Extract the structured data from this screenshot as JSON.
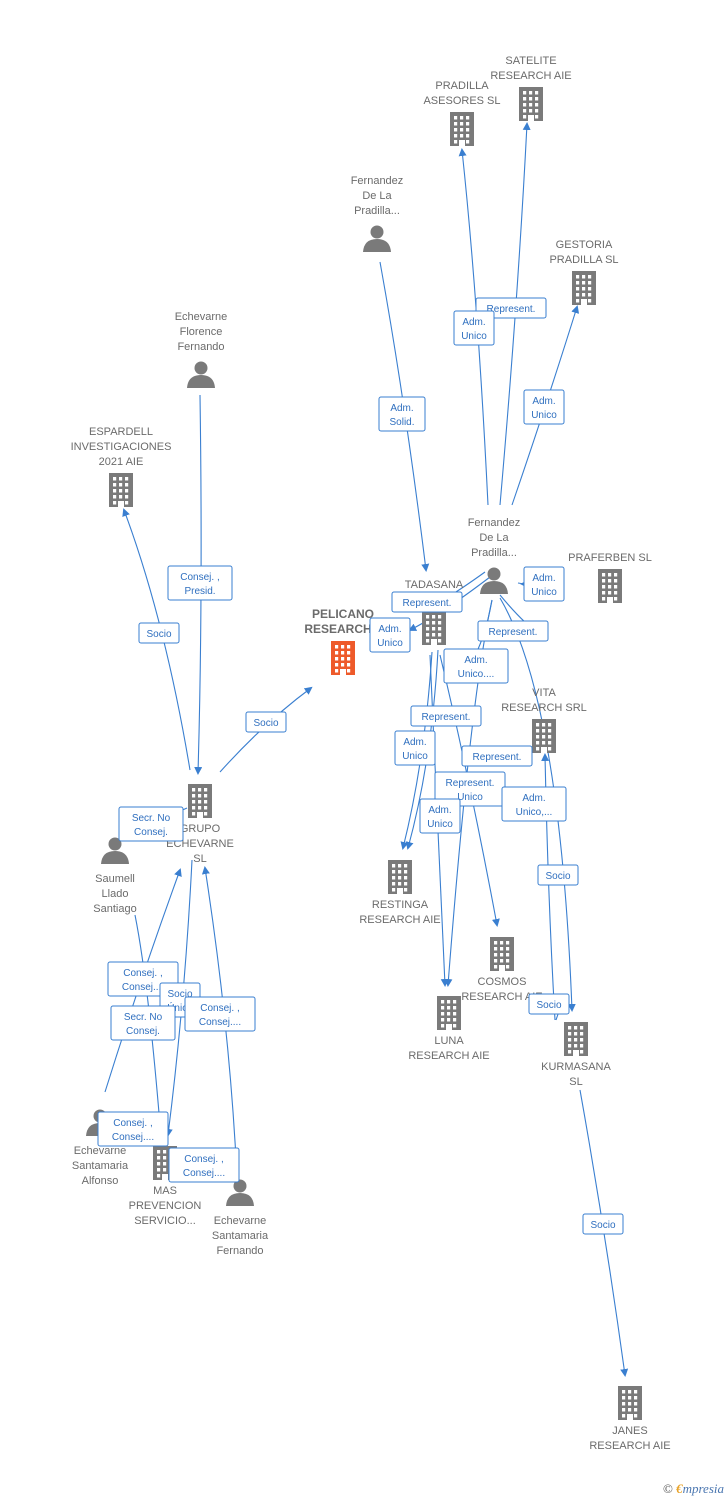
{
  "colors": {
    "edge": "#3a7fd0",
    "company": "#7a7a7a",
    "main_company": "#ee5a2a",
    "person": "#7a7a7a",
    "label": "#6b6b6b"
  },
  "nodes": [
    {
      "id": "satelite",
      "kind": "company",
      "label": [
        "SATELITE",
        "RESEARCH AIE"
      ]
    },
    {
      "id": "pradilla_asesores",
      "kind": "company",
      "label": [
        "PRADILLA",
        "ASESORES SL"
      ]
    },
    {
      "id": "fdp_top",
      "kind": "person",
      "label": [
        "Fernandez",
        "De La",
        "Pradilla..."
      ]
    },
    {
      "id": "gestoria",
      "kind": "company",
      "label": [
        "GESTORIA",
        "PRADILLA SL"
      ]
    },
    {
      "id": "ech_florence",
      "kind": "person",
      "label": [
        "Echevarne",
        "Florence",
        "Fernando"
      ]
    },
    {
      "id": "espardell",
      "kind": "company",
      "label": [
        "ESPARDELL",
        "INVESTIGACIONES",
        "2021 AIE"
      ]
    },
    {
      "id": "fdp_mid",
      "kind": "person",
      "label": [
        "Fernandez",
        "De La",
        "Pradilla..."
      ]
    },
    {
      "id": "praferben",
      "kind": "company",
      "label": [
        "PRAFERBEN SL"
      ]
    },
    {
      "id": "tadasana",
      "kind": "company",
      "label": [
        "TADASANA",
        "SL"
      ]
    },
    {
      "id": "pelicano",
      "kind": "main",
      "label": [
        "PELICANO",
        "RESEARCH..."
      ]
    },
    {
      "id": "vita",
      "kind": "company",
      "label": [
        "VITA",
        "RESEARCH SRL"
      ]
    },
    {
      "id": "grupo",
      "kind": "company",
      "label": [
        "GRUPO",
        "ECHEVARNE",
        "SL"
      ]
    },
    {
      "id": "saumell",
      "kind": "person",
      "label": [
        "Saumell",
        "Llado",
        "Santiago"
      ]
    },
    {
      "id": "restinga",
      "kind": "company",
      "label": [
        "RESTINGA",
        "RESEARCH AIE"
      ]
    },
    {
      "id": "cosmos",
      "kind": "company",
      "label": [
        "COSMOS",
        "RESEARCH AIE"
      ]
    },
    {
      "id": "luna",
      "kind": "company",
      "label": [
        "LUNA",
        "RESEARCH AIE"
      ]
    },
    {
      "id": "kurmasana",
      "kind": "company",
      "label": [
        "KURMASANA",
        "SL"
      ]
    },
    {
      "id": "ech_alfonso",
      "kind": "person",
      "label": [
        "Echevarne",
        "Santamaria",
        "Alfonso"
      ]
    },
    {
      "id": "mas",
      "kind": "company",
      "label": [
        "MAS",
        "PREVENCION",
        "SERVICIO..."
      ]
    },
    {
      "id": "ech_fernando",
      "kind": "person",
      "label": [
        "Echevarne",
        "Santamaria",
        "Fernando"
      ]
    },
    {
      "id": "janes",
      "kind": "company",
      "label": [
        "JANES",
        "RESEARCH AIE"
      ]
    }
  ],
  "edges": [
    {
      "label": [
        "Represent."
      ]
    },
    {
      "label": [
        "Adm.",
        "Unico"
      ]
    },
    {
      "label": [
        "Adm.",
        "Unico"
      ]
    },
    {
      "label": [
        "Adm.",
        "Solid."
      ]
    },
    {
      "label": [
        "Consej. ,",
        "Presid."
      ]
    },
    {
      "label": [
        "Socio"
      ]
    },
    {
      "label": [
        "Socio"
      ]
    },
    {
      "label": [
        "Adm.",
        "Unico"
      ]
    },
    {
      "label": [
        "Represent."
      ]
    },
    {
      "label": [
        "Adm.",
        "Unico"
      ]
    },
    {
      "label": [
        "Represent."
      ]
    },
    {
      "label": [
        "Adm.",
        "Unico...."
      ]
    },
    {
      "label": [
        "Represent."
      ]
    },
    {
      "label": [
        "Adm.",
        "Unico"
      ]
    },
    {
      "label": [
        "Represent."
      ]
    },
    {
      "label": [
        "Represent.",
        "Unico"
      ]
    },
    {
      "label": [
        "Adm.",
        "Unico"
      ]
    },
    {
      "label": [
        "Adm.",
        "Unico,..."
      ]
    },
    {
      "label": [
        "Socio"
      ]
    },
    {
      "label": [
        "Socio"
      ]
    },
    {
      "label": [
        "Socio"
      ]
    },
    {
      "label": [
        "Secr.  No",
        "Consej."
      ]
    },
    {
      "label": [
        "Consej. ,",
        "Consej...."
      ]
    },
    {
      "label": [
        "Socio",
        "Único"
      ]
    },
    {
      "label": [
        "Secr.  No",
        "Consej."
      ]
    },
    {
      "label": [
        "Consej. ,",
        "Consej...."
      ]
    },
    {
      "label": [
        "Consej. ,",
        "Consej...."
      ]
    },
    {
      "label": [
        "Consej. ,",
        "Consej...."
      ]
    }
  ],
  "footer": {
    "copyright": "©",
    "brand_first": "€",
    "brand_rest": "mpresia"
  }
}
